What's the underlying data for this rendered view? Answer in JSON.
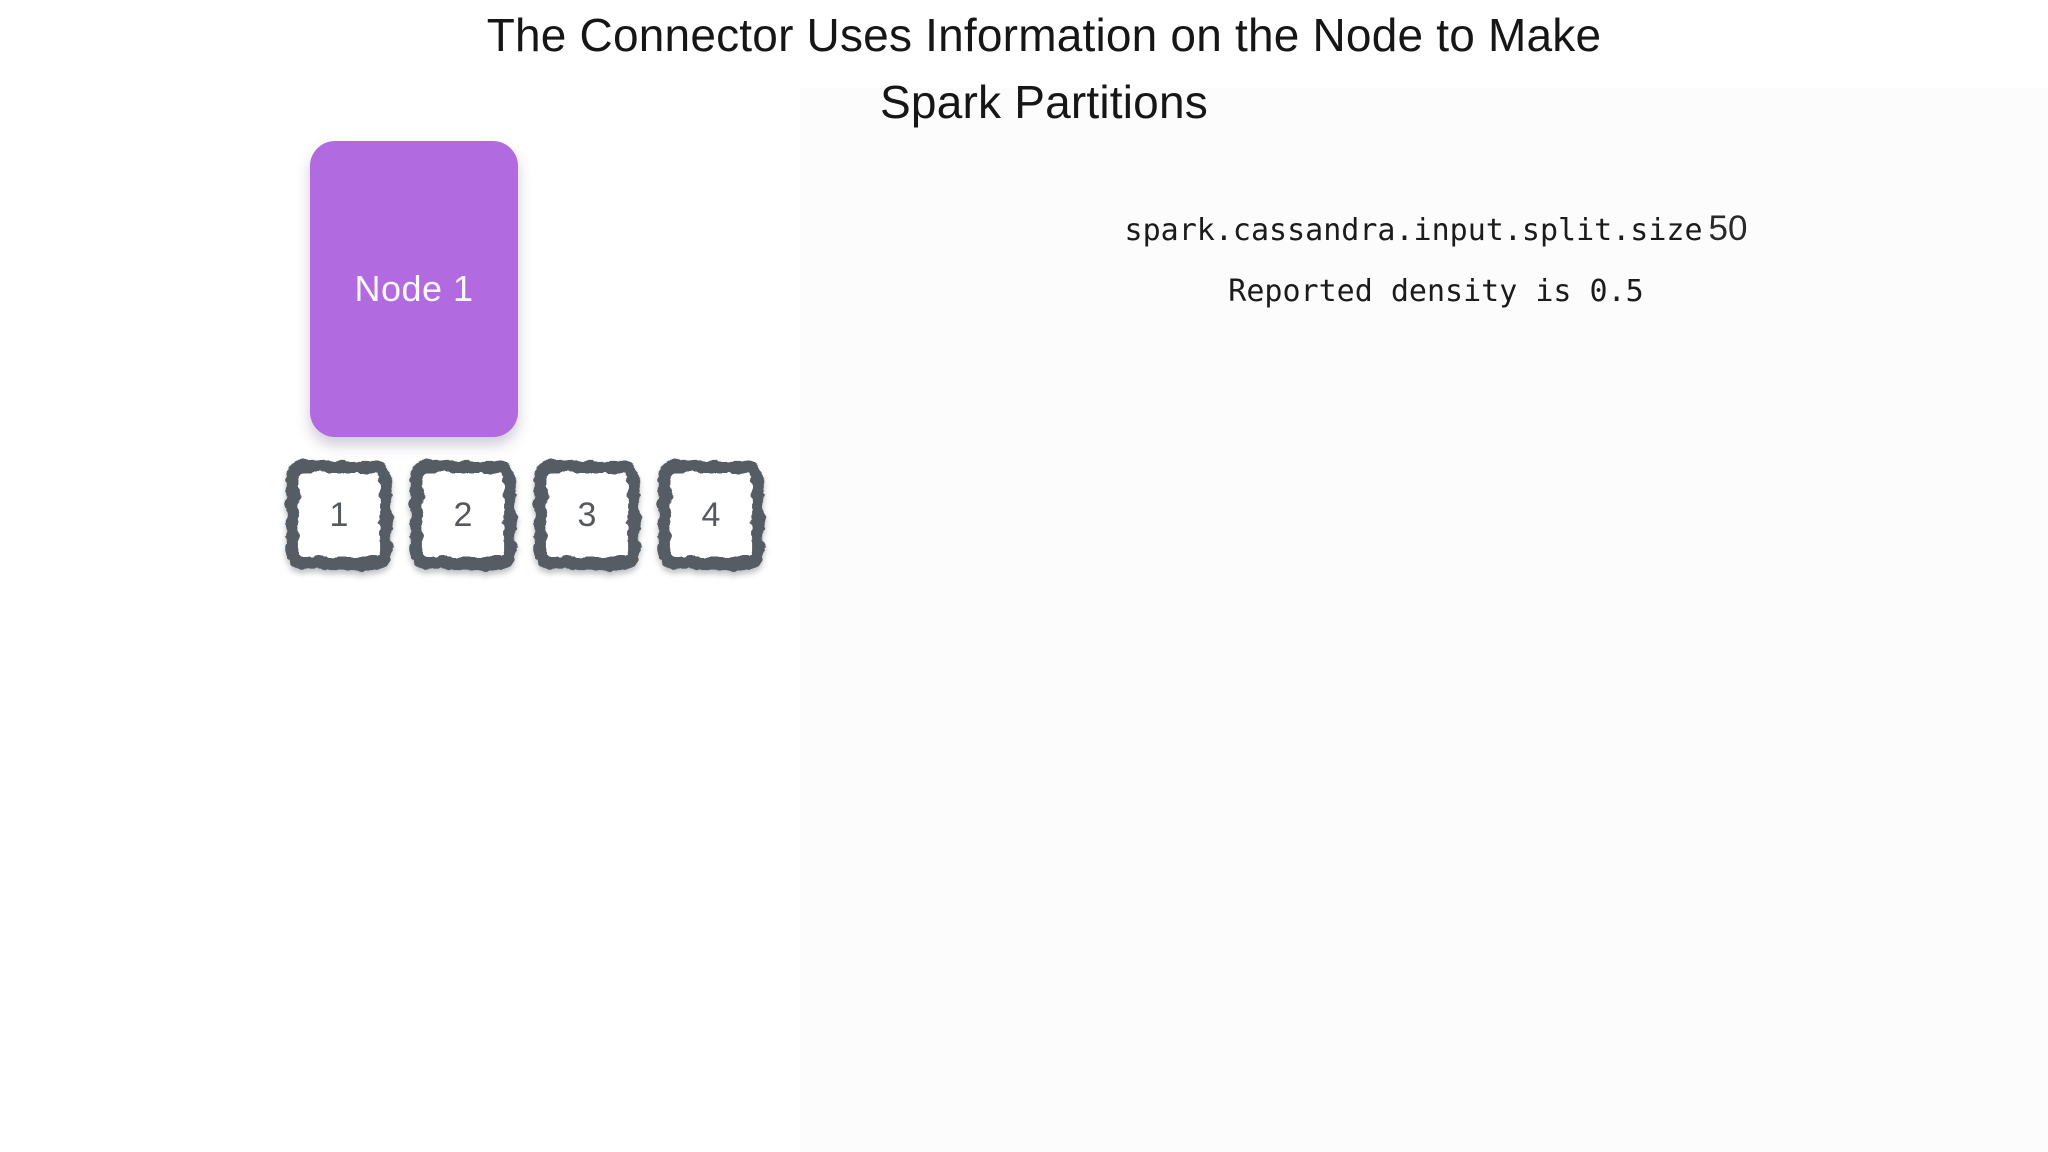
{
  "title": {
    "lines": [
      "The Connector Uses Information on the Node to Make",
      "Spark Partitions"
    ]
  },
  "node": {
    "label": "Node 1"
  },
  "partitions": {
    "items": [
      "1",
      "2",
      "3",
      "4"
    ]
  },
  "config": {
    "property_name": "spark.cassandra.input.split.size",
    "property_value": "50",
    "density_line": "Reported density is 0.5"
  },
  "colors": {
    "node_fill": "#b16ae0",
    "partition_border": "#575c63",
    "partition_number": "#55585c",
    "title_text": "#161616",
    "code_text": "#1b1b1b"
  }
}
